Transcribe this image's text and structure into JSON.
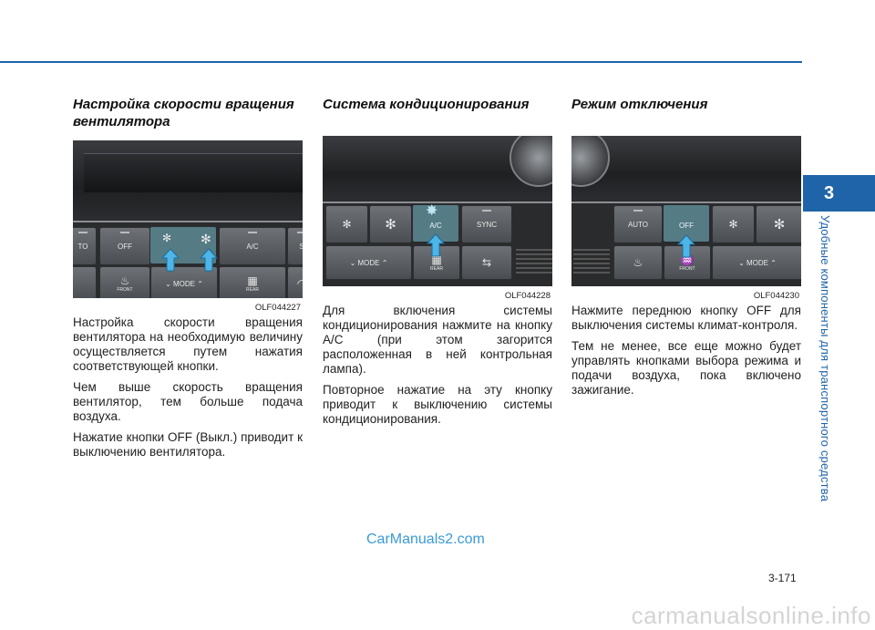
{
  "colors": {
    "accent": "#1f64a8",
    "watermark": "#3a9bd6",
    "highlight": "#78becd"
  },
  "columns": [
    {
      "heading": "Настройка скорости вращения вентилятора",
      "figure_code": "OLF044227",
      "buttons": [
        "TO",
        "OFF",
        "A/C",
        "S",
        "MODE",
        "FRONT",
        "REAR"
      ],
      "paragraphs": [
        "Настройка скорости вращения вентилятора на необходимую величину осуществляется путем нажатия соответствующей кнопки.",
        "Чем выше скорость вращения вентилятор, тем больше подача воздуха.",
        "Нажатие кнопки OFF (Выкл.) приводит к выключению вентилятора."
      ]
    },
    {
      "heading": "Система кондиционирования",
      "figure_code": "OLF044228",
      "buttons": [
        "A/C",
        "SYNC",
        "MODE",
        "REAR"
      ],
      "paragraphs": [
        "Для включения системы кондиционирования нажмите на кнопку A/C (при этом загорится расположенная в ней контрольная лампа).",
        "Повторное нажатие на эту кнопку приводит к выключению системы кондиционирования."
      ]
    },
    {
      "heading": "Режим отключения",
      "figure_code": "OLF044230",
      "buttons": [
        "AUTO",
        "OFF",
        "MODE",
        "FRONT"
      ],
      "paragraphs": [
        "Нажмите переднюю кнопку OFF для выключения системы климат-контроля.",
        "Тем не менее, все еще можно будет управлять кнопками выбора режима и подачи воздуха, пока включено зажигание."
      ]
    }
  ],
  "sidebar": {
    "chapter": "3",
    "title": "Удобные компоненты для транспортного средства"
  },
  "watermark": "CarManuals2.com",
  "page_number": "3-171",
  "footer_watermark": "carmanualsonline.info",
  "icons": [
    "fan-icon",
    "arrow-up-icon",
    "chevron-down-icon",
    "chevron-up-icon",
    "defrost-front-icon",
    "defrost-rear-icon",
    "car-recirc-icon"
  ]
}
